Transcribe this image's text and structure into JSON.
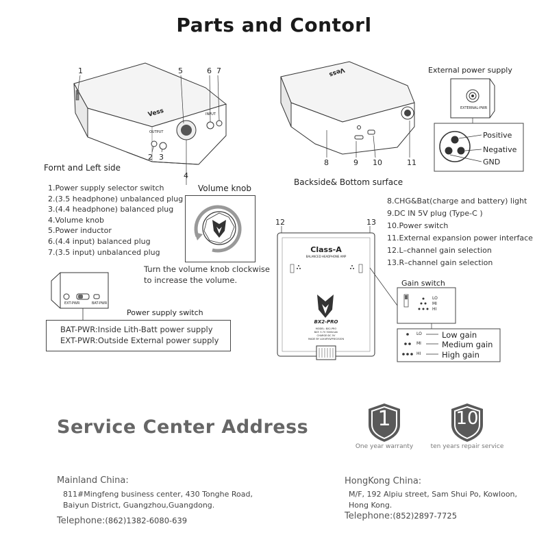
{
  "title": "Parts  and  Contorl",
  "front": {
    "section_label": "Fornt and Left side",
    "callouts": [
      "1",
      "5",
      "6",
      "7",
      "2",
      "3",
      "4"
    ],
    "items": [
      "1.Power supply selector switch",
      "2.(3.5 headphone) unbalanced plug",
      "3.(4.4 headphone) balanced plug",
      "4.Volume knob",
      "5.Power inductor",
      "6.(4.4 input) balanced plug",
      "7.(3.5 input) unbalanced plug"
    ],
    "device_marks": {
      "logo": "Vess",
      "output": "OUTPUT",
      "input": "INPUT"
    }
  },
  "volume": {
    "label": "Volume knob",
    "caption_line1": "Turn the volume knob clockwise",
    "caption_line2": "to increase the volume."
  },
  "power_switch": {
    "label": "Power supply  switch",
    "ext_label": "EXT-PWR",
    "bat_label": "BAT-PWR",
    "line1": "BAT-PWR:Inside Lith-Batt power supply",
    "line2": "EXT-PWR:Outside External power supply"
  },
  "back": {
    "section_label": "Backside& Bottom surface",
    "callouts": [
      "8",
      "9",
      "10",
      "11",
      "12",
      "13"
    ],
    "items": [
      "8.CHG&Bat(charge and battery) light",
      "9.DC IN 5V plug (Type-C )",
      "10.Power switch",
      "11.External expansion power interface",
      "12.L–channel gain selection",
      "13.R–channel gain selection"
    ],
    "device_marks": {
      "logo": "Vess",
      "side": "EXTERNAL-PWR"
    }
  },
  "external": {
    "label": "External power supply",
    "port_label": "EXTERNAL-PWR",
    "pins": [
      "Positive",
      "Negative",
      "GND"
    ]
  },
  "bottom_device": {
    "class_label": "Class-A",
    "subtitle": "BALANCED HEADPHONE AMP",
    "model": "BX2-PRO",
    "spec_lines": [
      "MODEL: BX2-PRO",
      "BAT: 3.7V 3000mAh",
      "CHARGE:DC 5V",
      "MADE BY LUXURY&PRECISION"
    ]
  },
  "gain": {
    "label": "Gain switch",
    "levels_short": [
      "LO",
      "MI",
      "HI"
    ],
    "levels": [
      "Low gain",
      "Medium gain",
      "High gain"
    ]
  },
  "service": {
    "title": "Service Center Address",
    "badges": [
      {
        "number": "1",
        "caption": "One year warranty"
      },
      {
        "number": "10",
        "caption": "ten years repair service"
      }
    ],
    "mainland": {
      "heading": "Mainland China:",
      "line1": "811#Mingfeng business center, 430 Tonghe Road,",
      "line2": "Baiyun District, Guangzhou,Guangdong.",
      "tel_label": "Telephone:",
      "tel": "(862)1382-6080-639"
    },
    "hongkong": {
      "heading": "HongKong China:",
      "line1": "M/F, 192 Alpiu street, Sam Shui Po, Kowloon,",
      "line2": "Hong Kong.",
      "tel_label": "Telephone:",
      "tel": "(852)2897-7725"
    }
  },
  "colors": {
    "badge": "#595959",
    "text": "#222222",
    "accent": "#666666"
  }
}
